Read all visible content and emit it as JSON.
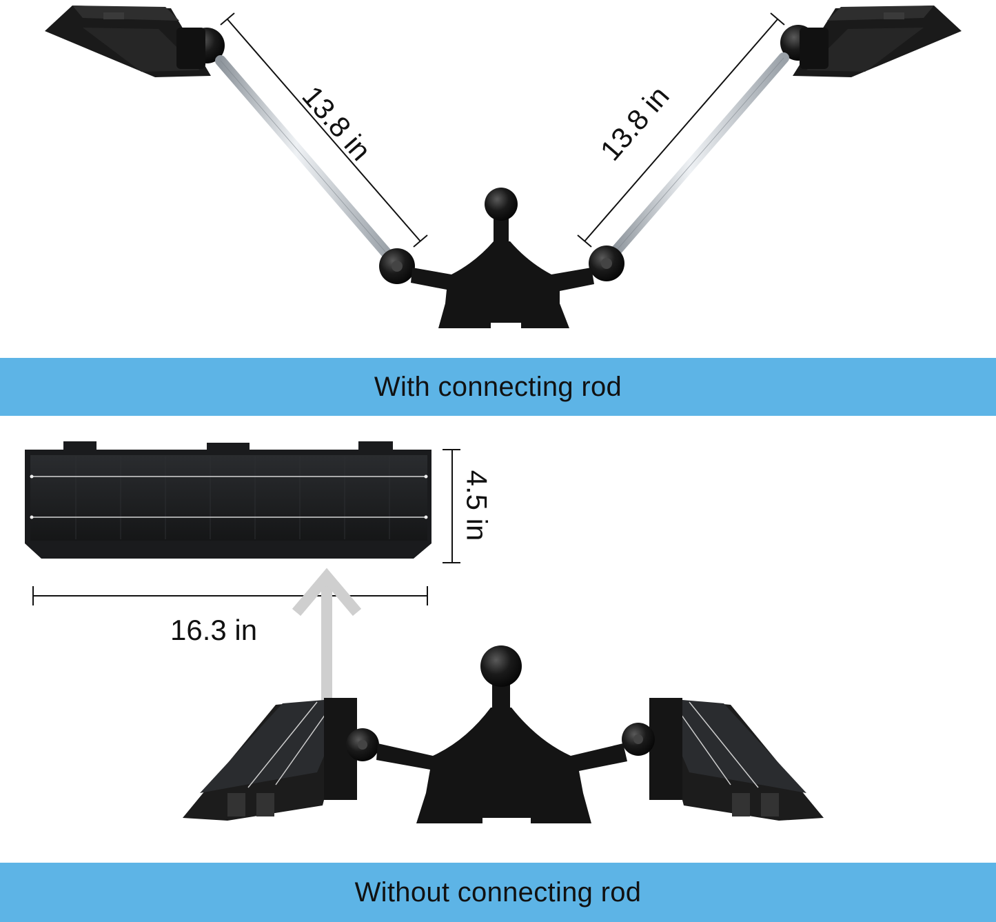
{
  "colors": {
    "banner": "#5db4e6",
    "product": "#151515",
    "rod": "#c8cdd2",
    "arrow": "#cfcfcf"
  },
  "top_section": {
    "banner_label": "With connecting rod",
    "left_rod_length": "13.8 in",
    "right_rod_length": "13.8 in"
  },
  "bottom_section": {
    "banner_label": "Without connecting rod",
    "panel_height": "4.5 in",
    "panel_width": "16.3 in"
  }
}
